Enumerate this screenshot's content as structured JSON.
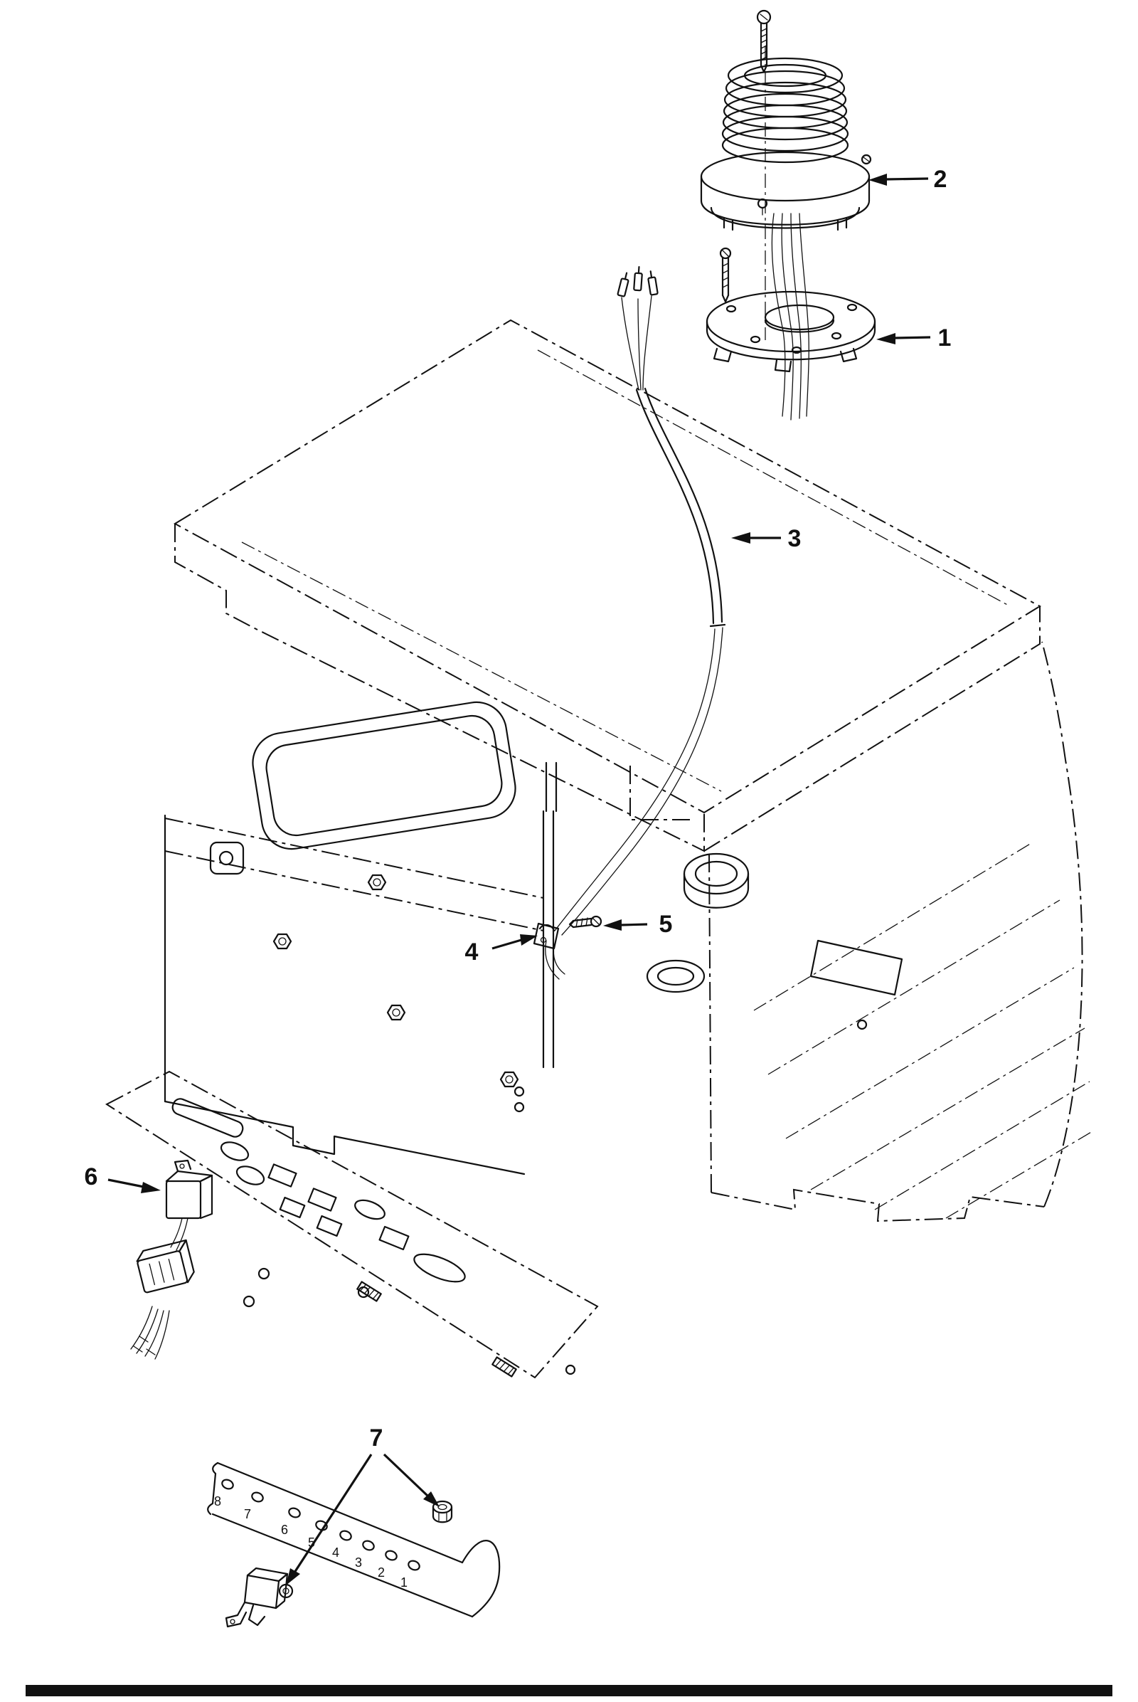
{
  "diagram": {
    "callouts": {
      "c1": "1",
      "c2": "2",
      "c3": "3",
      "c4": "4",
      "c5": "5",
      "c6": "6",
      "c7": "7"
    },
    "terminal_labels": [
      "8",
      "7",
      "6",
      "5",
      "4",
      "3",
      "2",
      "1"
    ]
  },
  "colors": {
    "line": "#111111",
    "background": "#ffffff",
    "bottom_rule": "#111111"
  }
}
